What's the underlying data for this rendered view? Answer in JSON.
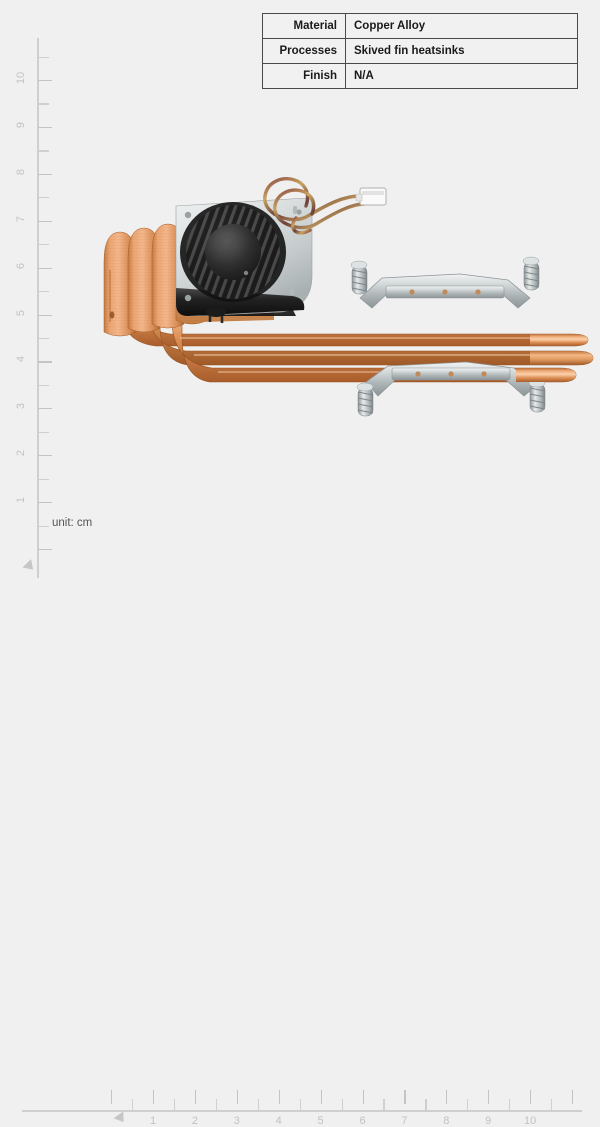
{
  "page": {
    "background_color": "#f0f0f0",
    "unit_label": "unit: cm"
  },
  "spec_table": {
    "rows": [
      {
        "key": "Material",
        "value": "Copper Alloy"
      },
      {
        "key": "Processes",
        "value": "Skived fin heatsinks"
      },
      {
        "key": "Finish",
        "value": "N/A"
      }
    ]
  },
  "rulers": {
    "unit": "cm",
    "vertical": {
      "orientation": "vertical",
      "origin_marker": "arrow",
      "labels": [
        "1",
        "2",
        "3",
        "4",
        "5",
        "6",
        "7",
        "8",
        "9",
        "10"
      ],
      "min": 0,
      "max": 11
    },
    "horizontal": {
      "orientation": "horizontal",
      "origin_marker": "arrow",
      "labels": [
        "1",
        "2",
        "3",
        "4",
        "5",
        "6",
        "7",
        "8",
        "9",
        "10"
      ],
      "min": 0,
      "max": 11
    }
  },
  "product": {
    "name": "Skived fin copper heatsink with blower fan",
    "colors": {
      "copper_light": "#f0a878",
      "copper_mid": "#dd8b52",
      "copper_dark": "#b46a38",
      "metal_light": "#e4e8e9",
      "metal_dark": "#9aa1a3",
      "fan_black": "#1d1d1d",
      "wire_red": "#8e4a4a",
      "wire_yellow": "#c9a86a"
    },
    "parts": [
      {
        "label": "skived-fin-stack",
        "count": 4
      },
      {
        "label": "blower-fan",
        "count": 1
      },
      {
        "label": "heat-pipe",
        "count": 3
      },
      {
        "label": "mounting-bracket",
        "count": 2
      },
      {
        "label": "spring-screw",
        "count": 4
      },
      {
        "label": "fan-power-connector",
        "count": 1
      }
    ]
  }
}
